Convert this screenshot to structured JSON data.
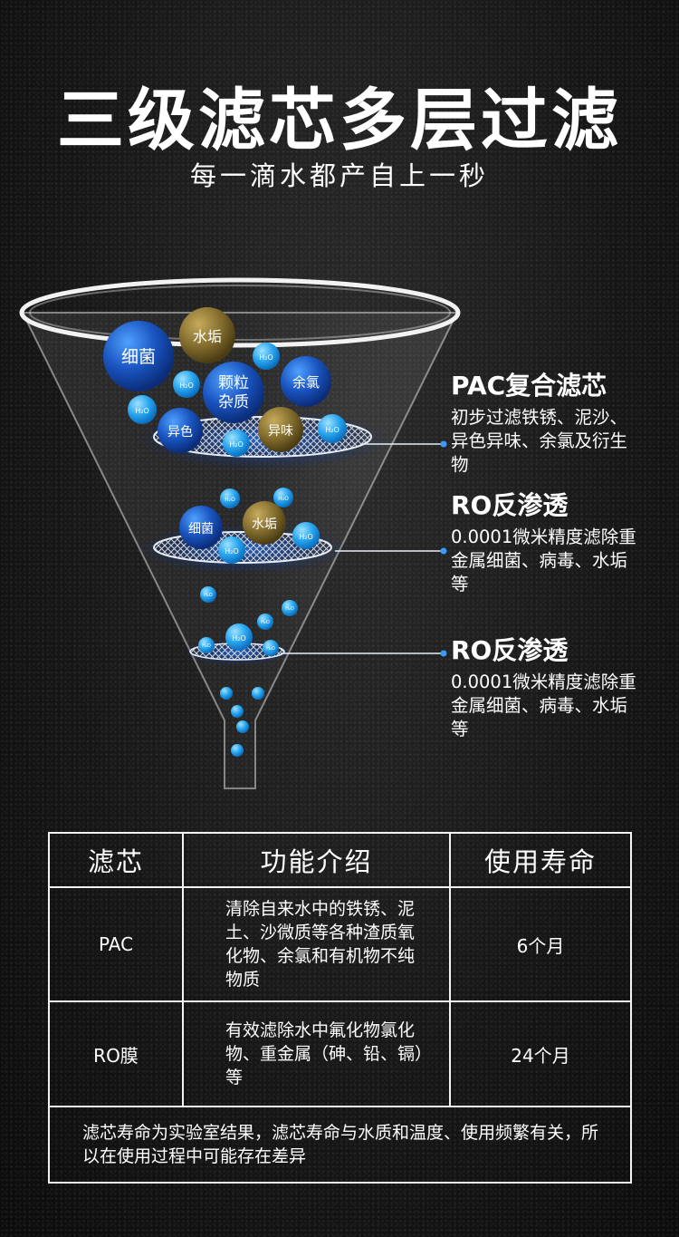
{
  "header": {
    "title": "三级滤芯多层过滤",
    "subtitle": "每一滴水都产自上一秒"
  },
  "funnel": {
    "balls": {
      "bacteria": "细菌",
      "scale": "水垢",
      "particles_line1": "颗粒",
      "particles_line2": "杂质",
      "chlorine": "余氯",
      "color": "异色",
      "odor": "异味",
      "water": "H₂O"
    }
  },
  "stages": [
    {
      "title": "PAC复合滤芯",
      "desc": "初步过滤铁锈、泥沙、异色异味、余氯及衍生物"
    },
    {
      "title": "RO反渗透",
      "desc": "0.0001微米精度滤除重金属细菌、病毒、水垢等"
    },
    {
      "title": "RO反渗透",
      "desc": "0.0001微米精度滤除重金属细菌、病毒、水垢等"
    }
  ],
  "table": {
    "headers": [
      "滤芯",
      "功能介绍",
      "使用寿命"
    ],
    "rows": [
      {
        "name": "PAC",
        "desc": "清除自来水中的铁锈、泥土、沙微质等各种渣质氧化物、余氯和有机物不纯物质",
        "life": "6个月"
      },
      {
        "name": "RO膜",
        "desc": "有效滤除水中氟化物氯化物、重金属（砷、铅、镉）等",
        "life": "24个月"
      }
    ],
    "note": "滤芯寿命为实验室结果，滤芯寿命与水质和温度、使用频繁有关，所以在使用过程中可能存在差异"
  },
  "colors": {
    "blue_ball": "#1e63c8",
    "gold_ball": "#8a7434",
    "cyan_ball": "#29a8f0",
    "accent_line": "#3a7fd0"
  }
}
